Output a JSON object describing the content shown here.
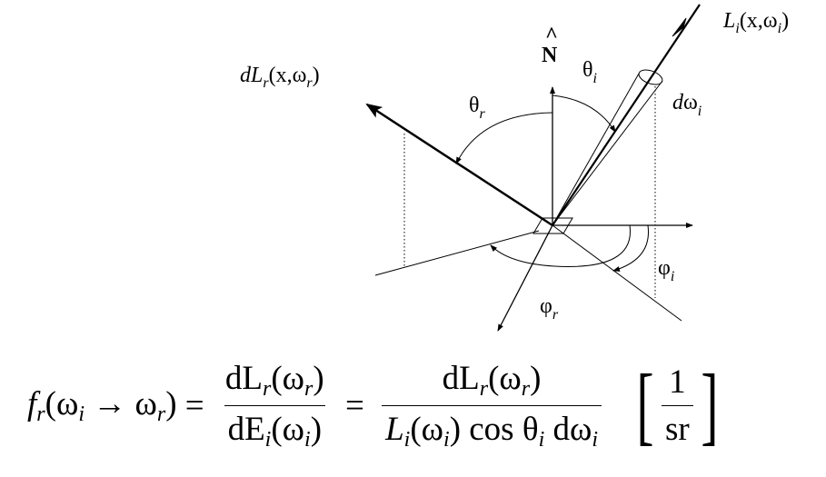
{
  "diagram": {
    "normal_label": "N",
    "normal_hat": "^",
    "theta_i": {
      "base": "θ",
      "sub": "i"
    },
    "theta_r": {
      "base": "θ",
      "sub": "r"
    },
    "phi_i": {
      "base": "φ",
      "sub": "i"
    },
    "phi_r": {
      "base": "φ",
      "sub": "r"
    },
    "d_omega_i": {
      "d": "d",
      "omega": "ω",
      "sub": "i"
    },
    "incident_radiance": {
      "L": "L",
      "sub": "i",
      "args": "(x,ω",
      "argsub": "i",
      "close": ")"
    },
    "reflected_radiance": {
      "dL": "dL",
      "sub": "r",
      "args": "(x,ω",
      "argsub": "r",
      "close": ")"
    }
  },
  "formula": {
    "lhs": {
      "f": "f",
      "f_sub": "r",
      "open": "(ω",
      "wi_sub": "i",
      "arrow": " → ω",
      "wr_sub": "r",
      "close": ")"
    },
    "eq1": " = ",
    "frac1": {
      "num": "dL",
      "num_sub": "r",
      "num_args": "(ω",
      "num_args_sub": "r",
      "num_close": ")",
      "den": "dE",
      "den_sub": "i",
      "den_args": "(ω",
      "den_args_sub": "i",
      "den_close": ")"
    },
    "eq2": " = ",
    "frac2": {
      "num": "dL",
      "num_sub": "r",
      "num_args": "(ω",
      "num_args_sub": "r",
      "num_close": ")",
      "den_L": "L",
      "den_L_sub": "i",
      "den_args": "(ω",
      "den_args_sub": "i",
      "den_mid": ") cos θ",
      "den_theta_sub": "i",
      "den_dw": " dω",
      "den_dw_sub": "i"
    },
    "unit": {
      "open": "[",
      "num": "1",
      "den": "sr",
      "close": "]"
    }
  }
}
